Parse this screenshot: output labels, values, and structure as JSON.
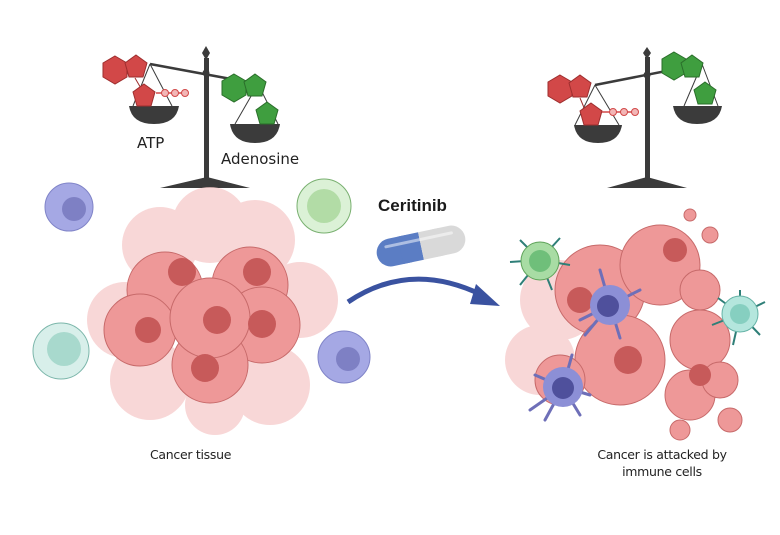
{
  "figure": {
    "left_panel": {
      "balance": {
        "left_pan_label": "ATP",
        "right_pan_label": "Adenosine",
        "tilt": "toward-adenosine"
      },
      "caption": "Cancer tissue"
    },
    "drug": {
      "label": "Ceritinib",
      "capsule_colors": [
        "#5b7dc4",
        "#d9d9d9"
      ],
      "arrow_color": "#3a52a0"
    },
    "right_panel": {
      "balance": {
        "tilt": "toward-atp"
      },
      "caption": "Cancer is attacked by immune cells"
    },
    "colors": {
      "atp": "#d24848",
      "adenosine": "#3f9e3f",
      "scale": "#3b3b3b",
      "tumor": "#e88a8a",
      "tumor_nucleus": "#c75a5a",
      "nk_cell": "#8c8fd6",
      "t_cell_green": "#a8d8a0",
      "t_cell_teal": "#9fd6c8",
      "dendritic": "#6e6fb8"
    }
  }
}
